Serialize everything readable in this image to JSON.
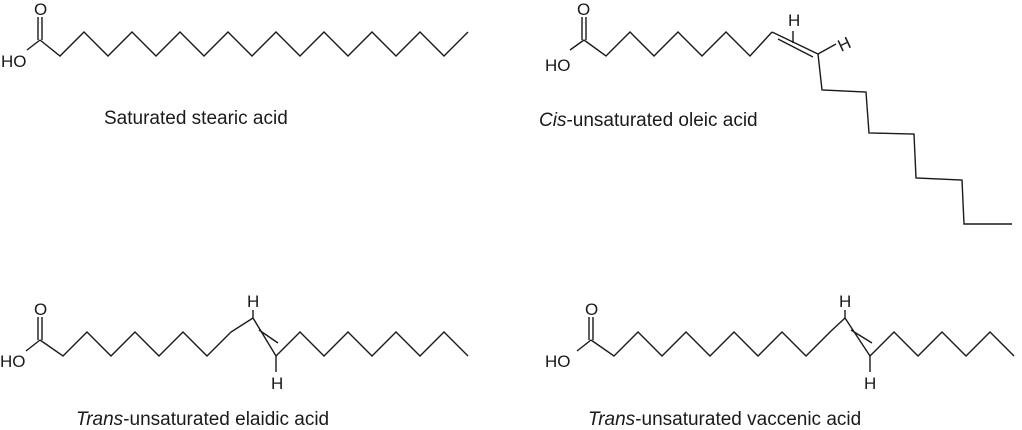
{
  "colors": {
    "ink": "#1a1a1a",
    "background": "#ffffff"
  },
  "molecules": {
    "stearic": {
      "atoms": {
        "oxygen": "O",
        "hydroxyl": "HO"
      },
      "caption": "Saturated stearic acid"
    },
    "oleic": {
      "atoms": {
        "oxygen": "O",
        "hydroxyl": "HO",
        "h1": "H",
        "h2": "H"
      },
      "caption_prefix": "Cis",
      "caption_rest": "-unsaturated oleic acid"
    },
    "elaidic": {
      "atoms": {
        "oxygen": "O",
        "hydroxyl": "HO",
        "h1": "H",
        "h2": "H"
      },
      "caption_prefix": "Trans",
      "caption_rest": "-unsaturated elaidic acid"
    },
    "vaccenic": {
      "atoms": {
        "oxygen": "O",
        "hydroxyl": "HO",
        "h1": "H",
        "h2": "H"
      },
      "caption_prefix": "Trans",
      "caption_rest": "-unsaturated vaccenic acid"
    }
  }
}
